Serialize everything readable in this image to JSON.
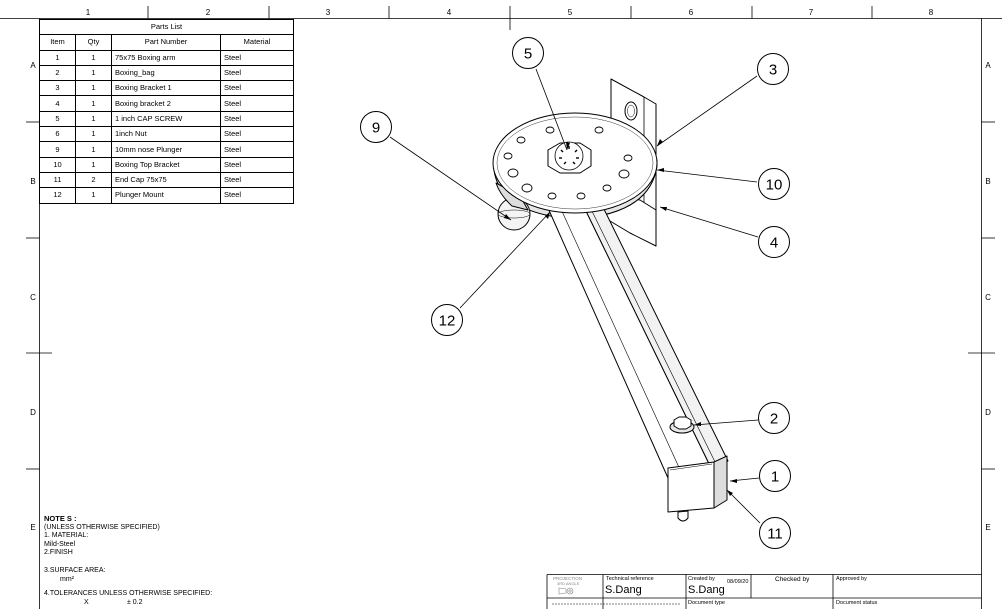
{
  "border": {
    "columns": [
      "1",
      "2",
      "3",
      "4",
      "5",
      "6",
      "7",
      "8"
    ],
    "rows": [
      "A",
      "B",
      "C",
      "D",
      "E"
    ]
  },
  "parts_list": {
    "title": "Parts List",
    "headers": [
      "Item",
      "Qty",
      "Part Number",
      "Material"
    ],
    "rows": [
      {
        "item": "1",
        "qty": "1",
        "part": "75x75 Boxing arm",
        "material": "Steel"
      },
      {
        "item": "2",
        "qty": "1",
        "part": "Boxing_bag",
        "material": "Steel"
      },
      {
        "item": "3",
        "qty": "1",
        "part": "Boxing Bracket 1",
        "material": "Steel"
      },
      {
        "item": "4",
        "qty": "1",
        "part": "Boxing bracket 2",
        "material": "Steel"
      },
      {
        "item": "5",
        "qty": "1",
        "part": "1 inch CAP SCREW",
        "material": "Steel"
      },
      {
        "item": "6",
        "qty": "1",
        "part": "1inch Nut",
        "material": "Steel"
      },
      {
        "item": "9",
        "qty": "1",
        "part": "10mm nose Plunger",
        "material": "Steel"
      },
      {
        "item": "10",
        "qty": "1",
        "part": "Boxing Top Bracket",
        "material": "Steel"
      },
      {
        "item": "11",
        "qty": "2",
        "part": "End Cap 75x75",
        "material": "Steel"
      },
      {
        "item": "12",
        "qty": "1",
        "part": "Plunger Mount",
        "material": "Steel"
      }
    ]
  },
  "balloons": [
    "5",
    "3",
    "9",
    "10",
    "4",
    "12",
    "2",
    "1",
    "11"
  ],
  "notes": {
    "title": "NOTE S :",
    "lines": [
      "(UNLESS OTHERWISE SPECIFIED)",
      "1. MATERIAL:",
      "Mild-Steel",
      "2.FINISH"
    ],
    "surface_area": "3.SURFACE AREA:",
    "surface_unit": "mm²",
    "tolerances": "4.TOLERANCES UNLESS OTHERWISE SPECIFIED:",
    "tol_x": "X",
    "tol_val": "± 0.2"
  },
  "title_block": {
    "projection_label": "PROJECTION",
    "projection_sub": "3RD ANGLE",
    "tech_ref_label": "Technical reference",
    "tech_ref_value": "S.Dang",
    "created_label": "Created by",
    "created_value": "S.Dang",
    "created_date": "08/09/20",
    "checked_label": "Checked by",
    "approved_label": "Approved by",
    "doc_type_label": "Document type",
    "doc_status_label": "Document status"
  }
}
